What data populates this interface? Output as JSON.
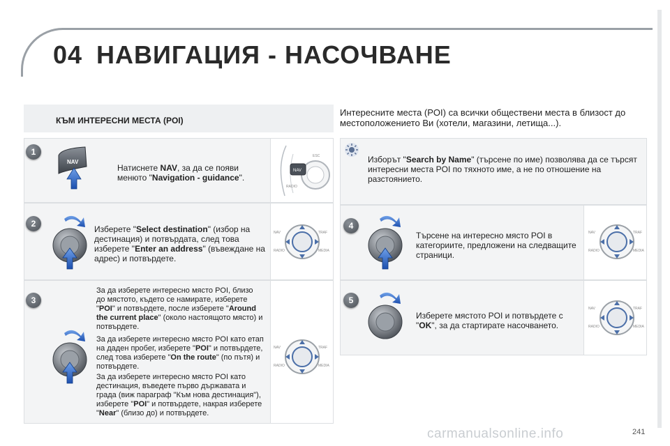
{
  "header": {
    "chapter_number": "04",
    "chapter_title": "НАВИГАЦИЯ - НАСОЧВАНЕ"
  },
  "section": {
    "title": "КЪМ ИНТЕРЕСНИ МЕСТА (POI)",
    "intro": "Интересните места (POI) са всички обществени места в близост до местоположението Ви (хотели, магазини, летища...)."
  },
  "steps": {
    "s1": {
      "num": "1",
      "pre": "Натиснете ",
      "b1": "NAV",
      "mid": ", за да се появи менюто \"",
      "b2": "Navigation - guidance",
      "post": "\"."
    },
    "s2": {
      "num": "2",
      "pre": "Изберете \"",
      "b1": "Select destination",
      "mid": "\" (избор на дестинация) и потвърдата, след това изберете \"",
      "b2": "Enter an address",
      "post": "\" (въвеждане на адрес) и потвърдете."
    },
    "s3": {
      "num": "3",
      "a_pre": "За да изберете интересно място POI, близо до мястото, където се намирате, изберете \"",
      "a_b1": "POI",
      "a_mid": "\" и потвърдете, после изберете \"",
      "a_b2": "Around the current place",
      "a_post": "\" (около настоящото място) и потвърдете.",
      "b_pre": "За да изберете интересно място POI като етап на даден пробег, изберете \"",
      "b_b1": "POI",
      "b_mid": "\" и потвърдете, след това изберете \"",
      "b_b2": "On the route",
      "b_post": "\" (по пътя) и потвърдете.",
      "c_pre": "За да изберете интересно място POI като дестинация, въведете първо държавата и града (виж параграф \"Към нова дестинация\"), изберете \"",
      "c_b1": "POI",
      "c_mid": "\" и потвърдете, накрая изберете \"",
      "c_b2": "Near",
      "c_post": "\" (близо до) и потвърдете."
    },
    "tip": {
      "pre": "Изборът \"",
      "b1": "Search by Name",
      "post": "\" (търсене по име) позволява да се търсят интересни места POI по тяхното име, а не по отношение на разстоянието."
    },
    "s4": {
      "num": "4",
      "text": "Търсене на интересно място POI в категориите, предложени на следващите страници."
    },
    "s5": {
      "num": "5",
      "pre": "Изберете мястото POI и потвърдете с \"",
      "b1": "OK",
      "post": "\", за да стартирате насочването."
    }
  },
  "controls": {
    "nav": "NAV",
    "esc": "ESC",
    "radio": "RADIO",
    "traf": "TRAF",
    "media": "MEDIA"
  },
  "page_number": "241",
  "footer": "carmanualsonline.info"
}
